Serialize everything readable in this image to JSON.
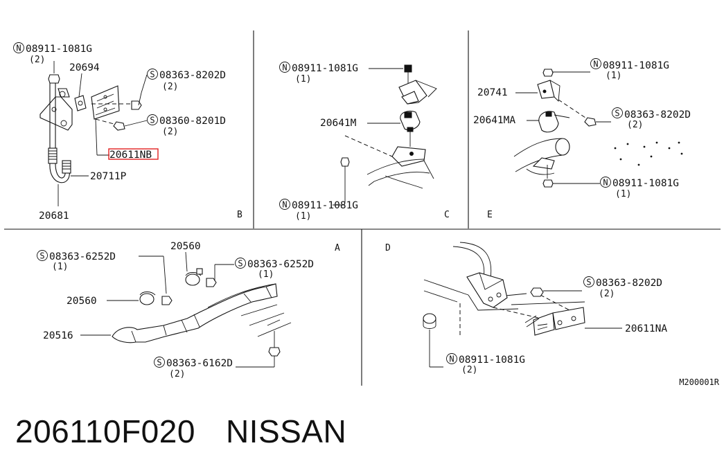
{
  "sections": {
    "A": "A",
    "B": "B",
    "C": "C",
    "D": "D",
    "E": "E"
  },
  "labels": {
    "b_nut": {
      "prefix": "N",
      "code": "08911-1081G",
      "qty": "(2)"
    },
    "b_20694": "20694",
    "b_screw_top": {
      "prefix": "S",
      "code": "08363-8202D",
      "qty": "(2)"
    },
    "b_screw_bottom": {
      "prefix": "S",
      "code": "08360-8201D",
      "qty": "(2)"
    },
    "b_highlight": "20611NB",
    "b_20711p": "20711P",
    "b_20681": "20681",
    "c_nut_top": {
      "prefix": "N",
      "code": "08911-1081G",
      "qty": "(1)"
    },
    "c_20641m": "20641M",
    "c_nut_bottom": {
      "prefix": "N",
      "code": "08911-1081G",
      "qty": "(1)"
    },
    "e_nut_top": {
      "prefix": "N",
      "code": "08911-1081G",
      "qty": "(1)"
    },
    "e_20741": "20741",
    "e_20641ma": "20641MA",
    "e_screw": {
      "prefix": "S",
      "code": "08363-8202D",
      "qty": "(2)"
    },
    "e_nut_bottom": {
      "prefix": "N",
      "code": "08911-1081G",
      "qty": "(1)"
    },
    "a_screw_left": {
      "prefix": "S",
      "code": "08363-6252D",
      "qty": "(1)"
    },
    "a_20560_top": "20560",
    "a_screw_right": {
      "prefix": "S",
      "code": "08363-6252D",
      "qty": "(1)"
    },
    "a_20560_left": "20560",
    "a_20516": "20516",
    "a_screw_bottom": {
      "prefix": "S",
      "code": "08363-6162D",
      "qty": "(2)"
    },
    "d_screw": {
      "prefix": "S",
      "code": "08363-8202D",
      "qty": "(2)"
    },
    "d_20611na": "20611NA",
    "d_nut": {
      "prefix": "N",
      "code": "08911-1081G",
      "qty": "(2)"
    },
    "ref_code": "M200001R"
  },
  "footer": {
    "part_number": "206110F020",
    "brand": "NISSAN"
  },
  "colors": {
    "highlight": "#e02020",
    "line": "#111111"
  }
}
